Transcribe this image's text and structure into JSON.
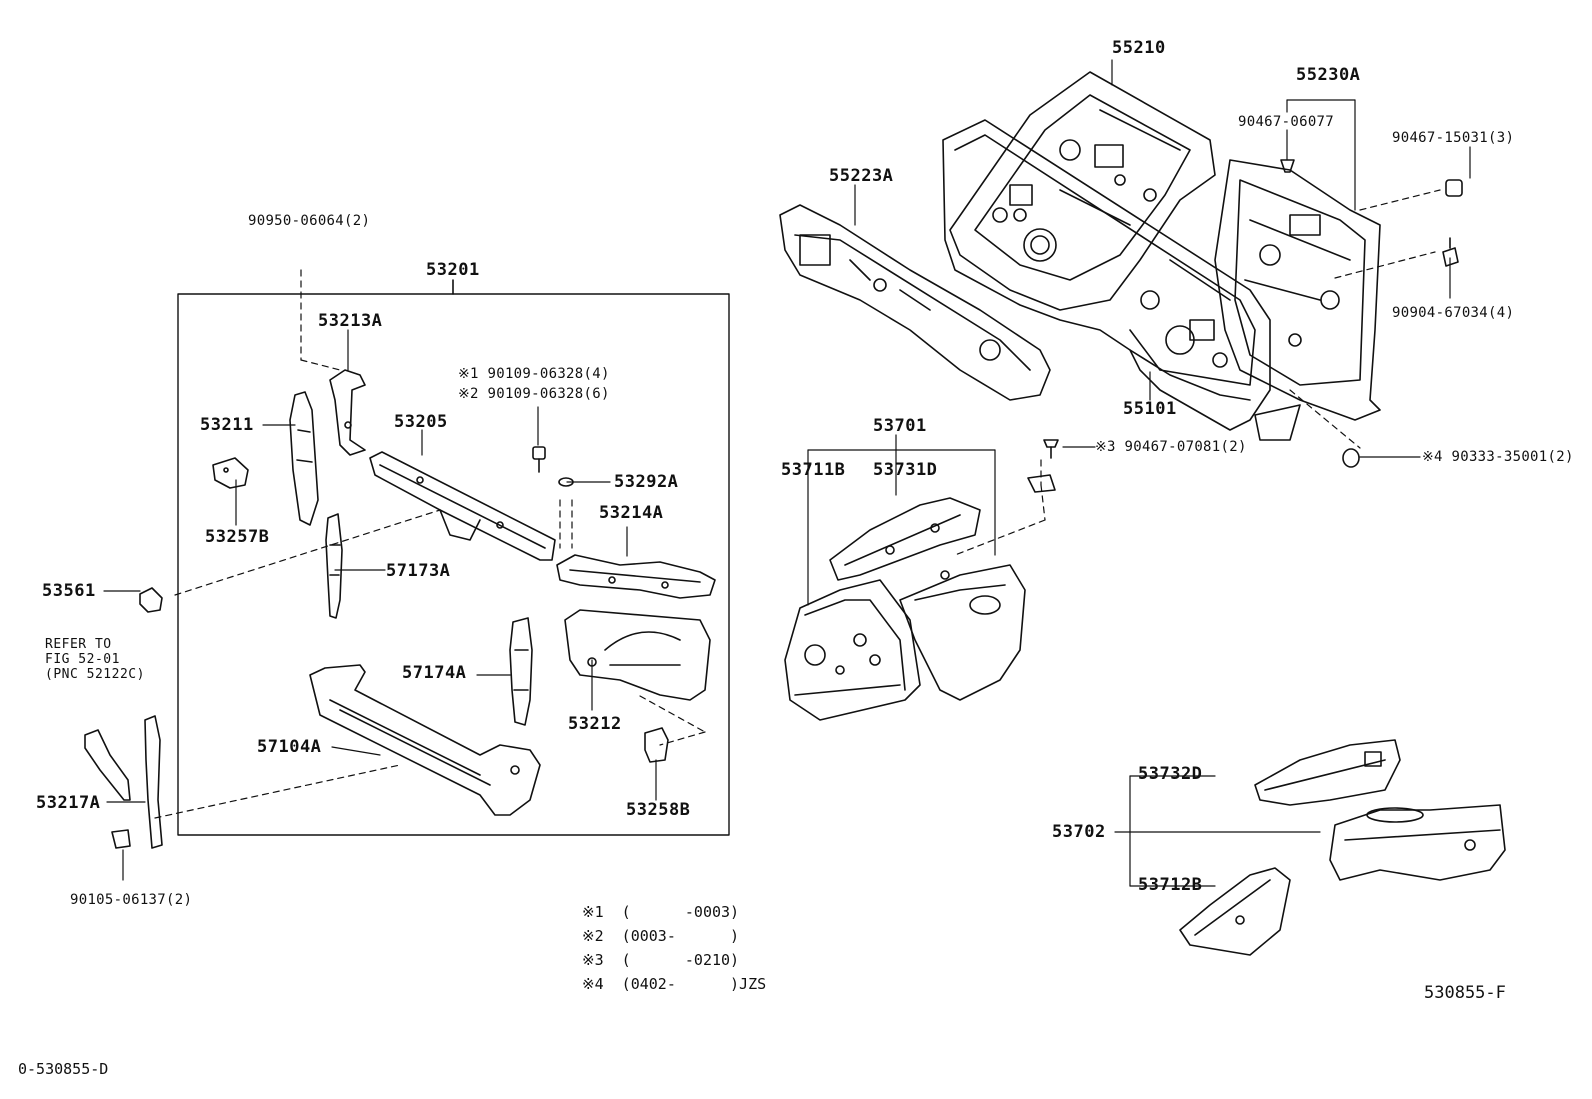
{
  "diagram": {
    "labels": {
      "p55210": "55210",
      "p55230A": "55230A",
      "p90467_06077": "90467-06077",
      "p90467_15031": "90467-15031(3)",
      "p55223A": "55223A",
      "p90950": "90950-06064(2)",
      "p53201": "53201",
      "p90904": "90904-67034(4)",
      "p53213A": "53213A",
      "pNote1": "※1 90109-06328(4)",
      "pNote2": "※2 90109-06328(6)",
      "p55101": "55101",
      "p53211": "53211",
      "p53205": "53205",
      "p53701": "53701",
      "p90467_07081": "※3 90467-07081(2)",
      "p90333": "※4 90333-35001(2)",
      "p53711B": "53711B",
      "p53731D": "53731D",
      "p53292A": "53292A",
      "p53257B": "53257B",
      "p53214A": "53214A",
      "p57173A": "57173A",
      "p53561": "53561",
      "refer1": "REFER TO",
      "refer2": "FIG 52-01",
      "refer3": "(PNC 52122C)",
      "p57174A": "57174A",
      "p53212": "53212",
      "p57104A": "57104A",
      "p53732D": "53732D",
      "p53217A": "53217A",
      "p53258B": "53258B",
      "p53702": "53702",
      "p53712B": "53712B",
      "p90105": "90105-06137(2)"
    },
    "notes": [
      "※1  (      -0003)",
      "※2  (0003-      )",
      "※3  (      -0210)",
      "※4  (0402-      )JZS"
    ],
    "figure_code": "530855-F",
    "page_code": "0-530855-D"
  }
}
